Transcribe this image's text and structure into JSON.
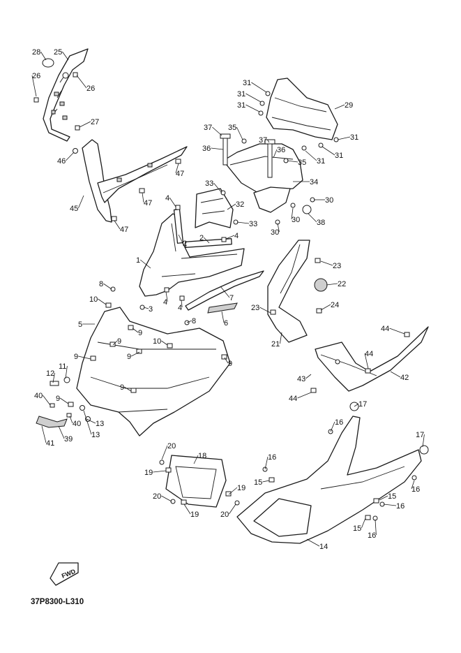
{
  "diagram_code": "37P8300-L310",
  "fwd_label": "FWD",
  "callouts": [
    {
      "id": "c28",
      "text": "28"
    },
    {
      "id": "c25",
      "text": "25"
    },
    {
      "id": "c26a",
      "text": "26"
    },
    {
      "id": "c26b",
      "text": "26"
    },
    {
      "id": "c27",
      "text": "27"
    },
    {
      "id": "c46",
      "text": "46"
    },
    {
      "id": "c45",
      "text": "45"
    },
    {
      "id": "c47a",
      "text": "47"
    },
    {
      "id": "c47b",
      "text": "47"
    },
    {
      "id": "c47c",
      "text": "47"
    },
    {
      "id": "c31a",
      "text": "31"
    },
    {
      "id": "c31b",
      "text": "31"
    },
    {
      "id": "c31c",
      "text": "31"
    },
    {
      "id": "c31d",
      "text": "31"
    },
    {
      "id": "c31e",
      "text": "31"
    },
    {
      "id": "c31f",
      "text": "31"
    },
    {
      "id": "c29",
      "text": "29"
    },
    {
      "id": "c37a",
      "text": "37"
    },
    {
      "id": "c35a",
      "text": "35"
    },
    {
      "id": "c36a",
      "text": "36"
    },
    {
      "id": "c37b",
      "text": "37"
    },
    {
      "id": "c36b",
      "text": "36"
    },
    {
      "id": "c35b",
      "text": "35"
    },
    {
      "id": "c34",
      "text": "34"
    },
    {
      "id": "c33a",
      "text": "33"
    },
    {
      "id": "c32",
      "text": "32"
    },
    {
      "id": "c33b",
      "text": "33"
    },
    {
      "id": "c30a",
      "text": "30"
    },
    {
      "id": "c30b",
      "text": "30"
    },
    {
      "id": "c30c",
      "text": "30"
    },
    {
      "id": "c38",
      "text": "38"
    },
    {
      "id": "c4a",
      "text": "4"
    },
    {
      "id": "c2a",
      "text": "2"
    },
    {
      "id": "c2b",
      "text": "2"
    },
    {
      "id": "c4b",
      "text": "4"
    },
    {
      "id": "c1",
      "text": "1"
    },
    {
      "id": "c4c",
      "text": "4"
    },
    {
      "id": "c4d",
      "text": "4"
    },
    {
      "id": "c3",
      "text": "3"
    },
    {
      "id": "c7",
      "text": "7"
    },
    {
      "id": "c6",
      "text": "6"
    },
    {
      "id": "c23a",
      "text": "23"
    },
    {
      "id": "c22",
      "text": "22"
    },
    {
      "id": "c23b",
      "text": "23"
    },
    {
      "id": "c24",
      "text": "24"
    },
    {
      "id": "c21",
      "text": "21"
    },
    {
      "id": "c44a",
      "text": "44"
    },
    {
      "id": "c44b",
      "text": "44"
    },
    {
      "id": "c43",
      "text": "43"
    },
    {
      "id": "c42",
      "text": "42"
    },
    {
      "id": "c44c",
      "text": "44"
    },
    {
      "id": "c8a",
      "text": "8"
    },
    {
      "id": "c10a",
      "text": "10"
    },
    {
      "id": "c5",
      "text": "5"
    },
    {
      "id": "c9a",
      "text": "9"
    },
    {
      "id": "c9b",
      "text": "9"
    },
    {
      "id": "c9c",
      "text": "9"
    },
    {
      "id": "c8b",
      "text": "8"
    },
    {
      "id": "c10b",
      "text": "10"
    },
    {
      "id": "c9d",
      "text": "9"
    },
    {
      "id": "c9e",
      "text": "9"
    },
    {
      "id": "c12",
      "text": "12"
    },
    {
      "id": "c11",
      "text": "11"
    },
    {
      "id": "c9f",
      "text": "9"
    },
    {
      "id": "c40a",
      "text": "40"
    },
    {
      "id": "c9g",
      "text": "9"
    },
    {
      "id": "c40b",
      "text": "40"
    },
    {
      "id": "c13a",
      "text": "13"
    },
    {
      "id": "c13b",
      "text": "13"
    },
    {
      "id": "c41",
      "text": "41"
    },
    {
      "id": "c39",
      "text": "39"
    },
    {
      "id": "c17a",
      "text": "17"
    },
    {
      "id": "c16a",
      "text": "16"
    },
    {
      "id": "c17b",
      "text": "17"
    },
    {
      "id": "c16b",
      "text": "16"
    },
    {
      "id": "c15a",
      "text": "15"
    },
    {
      "id": "c16c",
      "text": "16"
    },
    {
      "id": "c15b",
      "text": "15"
    },
    {
      "id": "c16d",
      "text": "16"
    },
    {
      "id": "c15c",
      "text": "15"
    },
    {
      "id": "c16e",
      "text": "16"
    },
    {
      "id": "c14",
      "text": "14"
    },
    {
      "id": "c20a",
      "text": "20"
    },
    {
      "id": "c18",
      "text": "18"
    },
    {
      "id": "c19a",
      "text": "19"
    },
    {
      "id": "c19b",
      "text": "19"
    },
    {
      "id": "c20b",
      "text": "20"
    },
    {
      "id": "c19c",
      "text": "19"
    },
    {
      "id": "c20c",
      "text": "20"
    }
  ]
}
